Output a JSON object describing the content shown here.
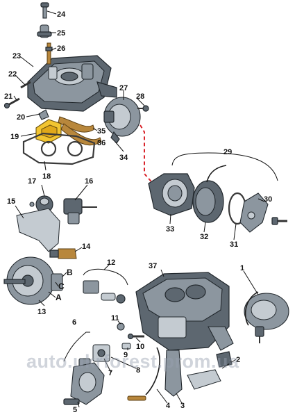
{
  "callouts": [
    "1",
    "2",
    "3",
    "4",
    "5",
    "6",
    "7",
    "8",
    "9",
    "10",
    "11",
    "12",
    "13",
    "14",
    "15",
    "16",
    "17",
    "18",
    "19",
    "20",
    "21",
    "22",
    "23",
    "24",
    "25",
    "26",
    "27",
    "28",
    "29",
    "30",
    "31",
    "32",
    "33",
    "34",
    "35",
    "36",
    "37",
    "A",
    "B",
    "C"
  ],
  "watermark": "auto.ukrforest.prom.ua",
  "colors": {
    "metal_dark": "#5d6770",
    "metal_mid": "#8c969f",
    "metal_light": "#c4cbd1",
    "insulator_yellow": "#f2c531",
    "dashed_connector": "#d9232a"
  }
}
